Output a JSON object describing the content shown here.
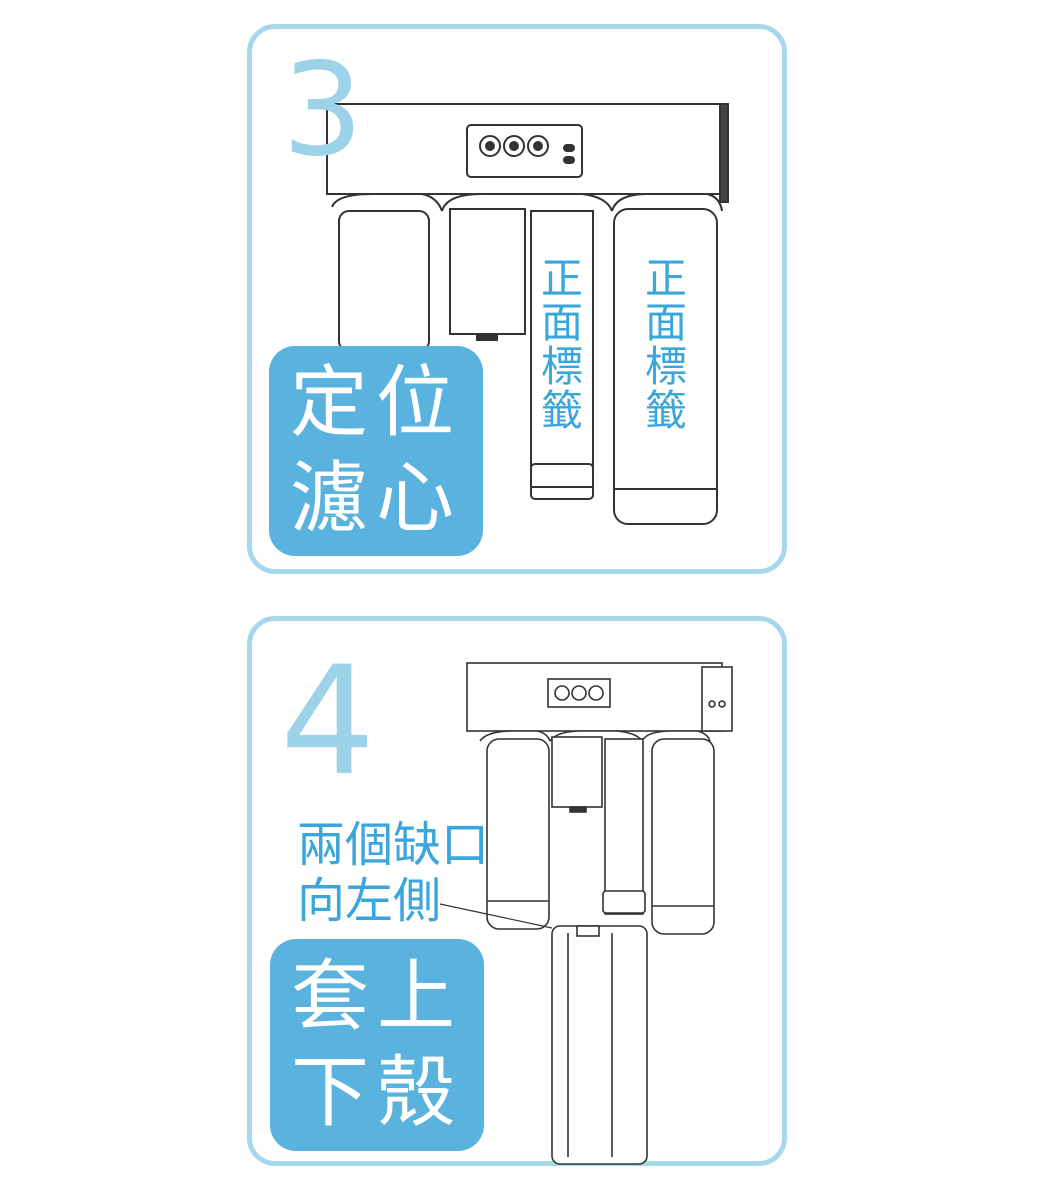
{
  "steps": [
    {
      "number": "3",
      "title_lines": [
        "定位",
        "濾心"
      ],
      "filter_labels": [
        [
          "正",
          "面",
          "標",
          "籤"
        ],
        [
          "正",
          "面",
          "標",
          "籤"
        ]
      ]
    },
    {
      "number": "4",
      "note_lines": [
        "兩個缺口",
        "向左側"
      ],
      "title_lines": [
        "套上",
        "下殼"
      ]
    }
  ],
  "colors": {
    "card_border": "#a7d7eb",
    "step_number": "#9dd3e9",
    "label_bg": "#5ab3de",
    "label_text": "#ffffff",
    "annotation_text": "#3aa6db",
    "line_art": "#333333"
  },
  "icons": [
    "water-purifier-illustration",
    "filter-cartridge-icon",
    "housing-shell-icon"
  ]
}
